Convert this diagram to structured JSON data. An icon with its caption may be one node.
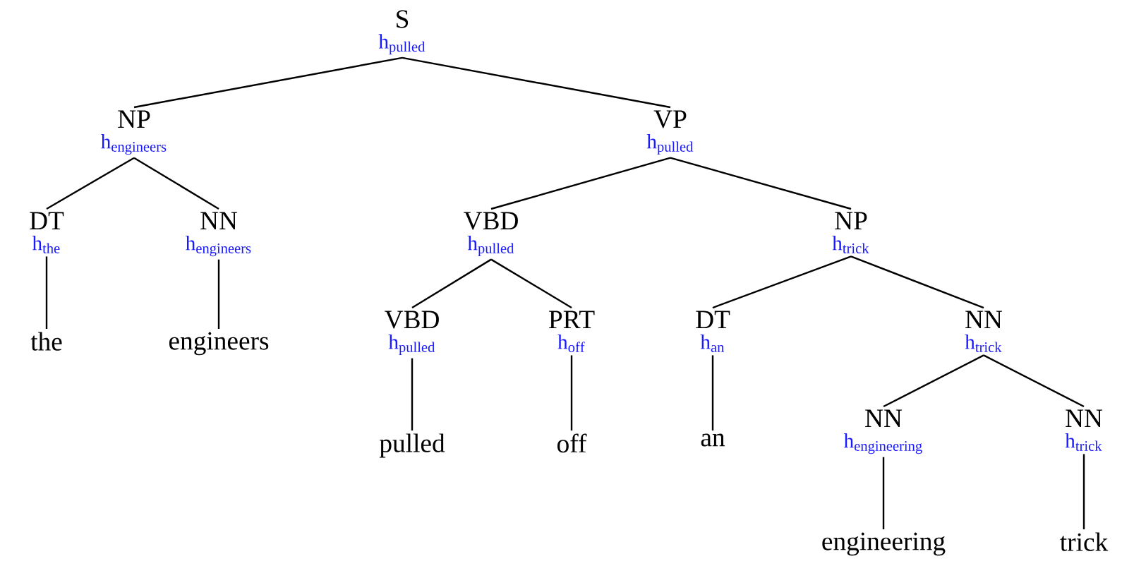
{
  "diagram": {
    "nodes": [
      {
        "text": [
          "S",
          "\\mathrm{h}_{\\mathrm{pulled}}"
        ]
      },
      {
        "text": [
          "NP",
          "\\mathrm{h}_{\\mathrm{engineers}}"
        ]
      },
      {
        "text": [
          "VP",
          "\\mathrm{h}_{\\mathrm{pulled}}"
        ]
      },
      {
        "text": [
          "DT",
          "\\mathrm{h}_{\\mathrm{the}}"
        ]
      },
      {
        "text": [
          "NN",
          "\\mathrm{h}_{\\mathrm{engineers}}"
        ]
      },
      {
        "text": [
          "VBD",
          "\\mathrm{h}_{\\mathrm{pulled}}"
        ]
      },
      {
        "text": [
          "NP",
          "\\mathrm{h}_{\\mathrm{trick}}"
        ]
      },
      {
        "text": [
          "the"
        ]
      },
      {
        "text": [
          "engineers"
        ]
      },
      {
        "text": [
          "VBD",
          "\\mathrm{h}_{\\mathrm{pulled}}"
        ]
      },
      {
        "text": [
          "PRT",
          "\\mathrm{h}_{\\mathrm{off}}"
        ]
      },
      {
        "text": [
          "DT",
          "\\mathrm{h}_{\\mathrm{an}}"
        ]
      },
      {
        "text": [
          "NN",
          "\\mathrm{h}_{\\mathrm{trick}}"
        ]
      },
      {
        "text": [
          "pulled"
        ]
      },
      {
        "text": [
          "off"
        ]
      },
      {
        "text": [
          "an"
        ]
      },
      {
        "text": [
          "NN",
          "\\mathrm{h}_{\\mathrm{engineering}}"
        ]
      },
      {
        "text": [
          "NN",
          "\\mathrm{h}_{\\mathrm{trick}}"
        ]
      },
      {
        "text": [
          "engineering"
        ]
      },
      {
        "text": [
          "trick"
        ]
      }
    ],
    "edges": [
      {
        "from": 0,
        "to": 1,
        "arrow": "none"
      },
      {
        "from": 0,
        "to": 2,
        "arrow": "none"
      },
      {
        "from": 1,
        "to": 3,
        "arrow": "none"
      },
      {
        "from": 1,
        "to": 4,
        "arrow": "none"
      },
      {
        "from": 2,
        "to": 5,
        "arrow": "none"
      },
      {
        "from": 2,
        "to": 6,
        "arrow": "none"
      },
      {
        "from": 3,
        "to": 7,
        "arrow": "none"
      },
      {
        "from": 4,
        "to": 8,
        "arrow": "none"
      },
      {
        "from": 5,
        "to": 9,
        "arrow": "none"
      },
      {
        "from": 5,
        "to": 10,
        "arrow": "none"
      },
      {
        "from": 6,
        "to": 11,
        "arrow": "none"
      },
      {
        "from": 6,
        "to": 12,
        "arrow": "none"
      },
      {
        "from": 9,
        "to": 13,
        "arrow": "none"
      },
      {
        "from": 10,
        "to": 14,
        "arrow": "none"
      },
      {
        "from": 11,
        "to": 15,
        "arrow": "none"
      },
      {
        "from": 12,
        "to": 16,
        "arrow": "none"
      },
      {
        "from": 12,
        "to": 17,
        "arrow": "none"
      },
      {
        "from": 16,
        "to": 18,
        "arrow": "none"
      },
      {
        "from": 17,
        "to": 19,
        "arrow": "none"
      }
    ]
  }
}
